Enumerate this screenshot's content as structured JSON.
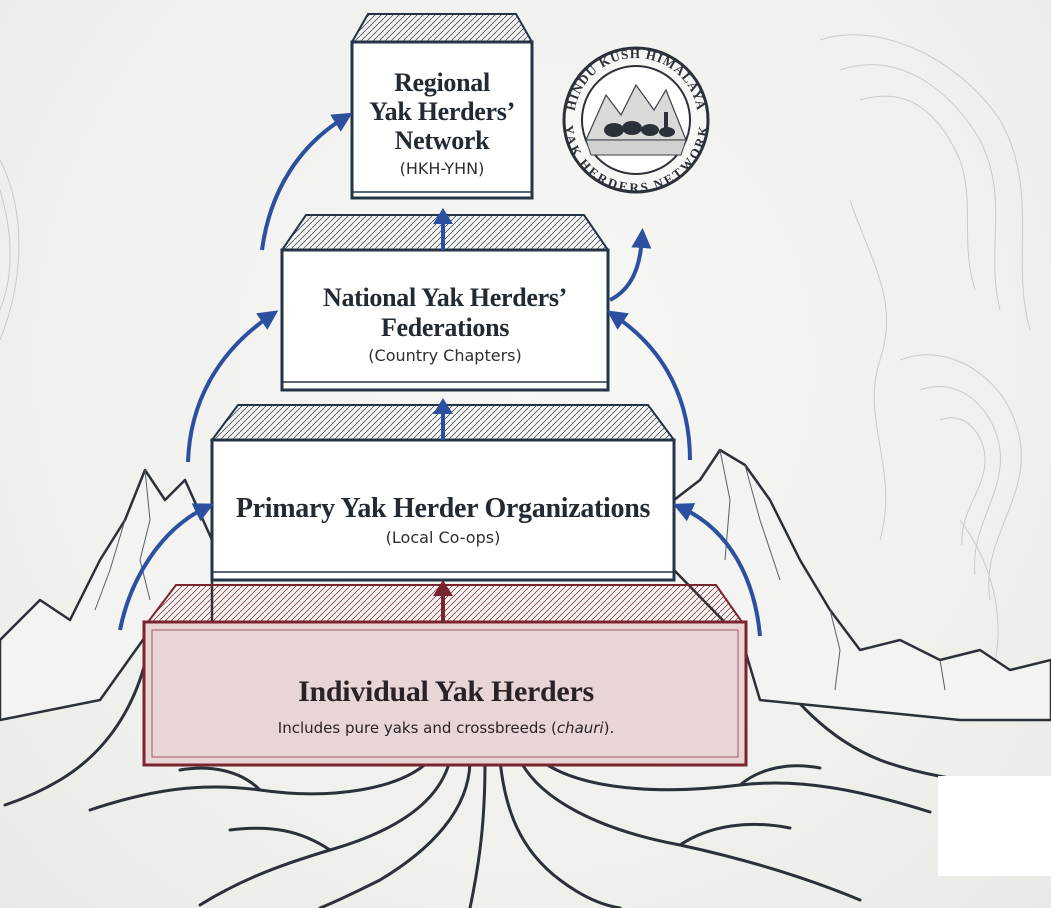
{
  "tiers": {
    "regional": {
      "title_lines": [
        "Regional",
        "Yak Herders’",
        "Network"
      ],
      "subtitle": "(HKH-YHN)"
    },
    "national": {
      "title_lines": [
        "National Yak Herders’",
        "Federations"
      ],
      "subtitle": "(Country Chapters)"
    },
    "primary": {
      "title": "Primary Yak Herder Organizations",
      "subtitle": "(Local Co-ops)"
    },
    "individual": {
      "title": "Individual Yak Herders",
      "subtitle_prefix": "Includes pure yaks and crossbreeds (",
      "subtitle_emphasis": "chauri",
      "subtitle_suffix": ")."
    }
  },
  "emblem": {
    "top_text": "HINDU KUSH HIMALAYA",
    "bottom_text": "YAK HERDERS NETWORK"
  },
  "colors": {
    "tier_stroke": "#243447",
    "tier_fill": "#ffffff",
    "base_stroke": "#7a2430",
    "base_fill": "#e8d6d6",
    "arrow_blue": "#2c4fa0",
    "arrow_red": "#7a2430"
  }
}
